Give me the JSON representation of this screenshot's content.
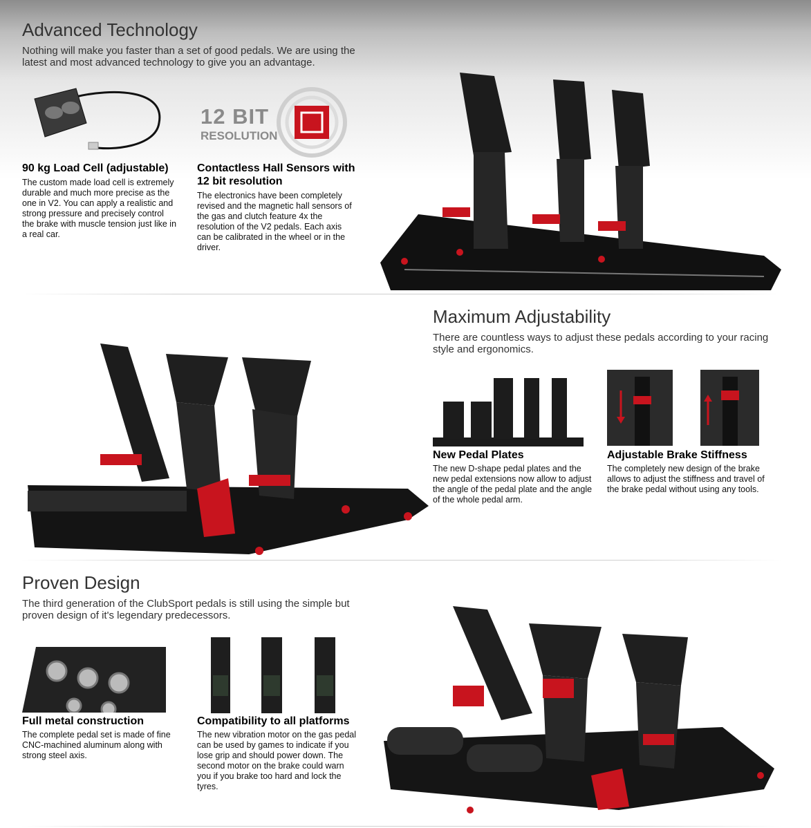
{
  "tech": {
    "title": "Advanced Technology",
    "intro": "Nothing will make you faster than a set of good pedals. We are using the latest and most advanced technology to give you an advantage.",
    "badge_big": "12 BIT",
    "badge_small": "RESOLUTION",
    "features": [
      {
        "title": "90 kg Load Cell (adjustable)",
        "desc": "The custom made load cell is extremely durable and much more precise as the one in V2. You can apply a realistic and strong pressure and precisely control the brake with muscle tension just like in a real car."
      },
      {
        "title": "Contactless Hall Sensors with 12 bit resolution",
        "desc": "The electronics have been completely revised and the magnetic hall sensors of the gas and clutch feature 4x the resolution of the V2 pedals. Each axis can be calibrated in the wheel or in the driver."
      }
    ]
  },
  "adjust": {
    "title": "Maximum Adjustability",
    "intro": "There are countless ways to adjust these pedals according to your racing style and ergonomics.",
    "features": [
      {
        "title": "New Pedal Plates",
        "desc": "The new D-shape pedal plates and the new pedal extensions now allow to adjust the angle of the pedal plate and the angle of the whole pedal arm."
      },
      {
        "title": "Adjustable Brake Stiffness",
        "desc": "The completely new design of the brake allows to adjust the stiffness and travel of the brake pedal without using any tools."
      }
    ]
  },
  "design": {
    "title": "Proven Design",
    "intro": "The third generation of the ClubSport pedals is still using the simple but proven design of it's legendary predecessors.",
    "features": [
      {
        "title": "Full metal construction",
        "desc": "The complete pedal set is made of fine CNC-machined aluminum along with strong steel axis."
      },
      {
        "title": "Compatibility to all platforms",
        "desc": "The new vibration motor on the gas pedal can be used by games to indicate if you lose grip and should power down. The second motor on the brake could warn you if you brake too hard and lock the tyres."
      }
    ]
  },
  "colors": {
    "accent_red": "#c8141e",
    "metal_dark": "#1a1a1a"
  }
}
